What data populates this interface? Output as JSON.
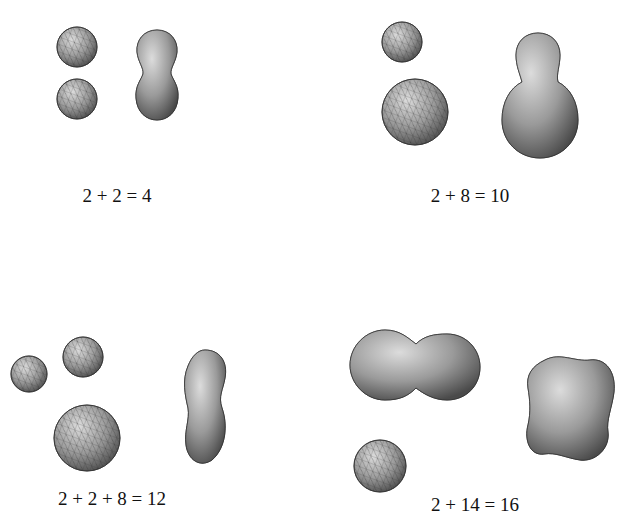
{
  "diagram": {
    "labels": [
      "2 + 2 = 4",
      "2 + 8 = 10",
      "2 + 2 + 8 = 12",
      "2 + 14 = 16"
    ]
  }
}
